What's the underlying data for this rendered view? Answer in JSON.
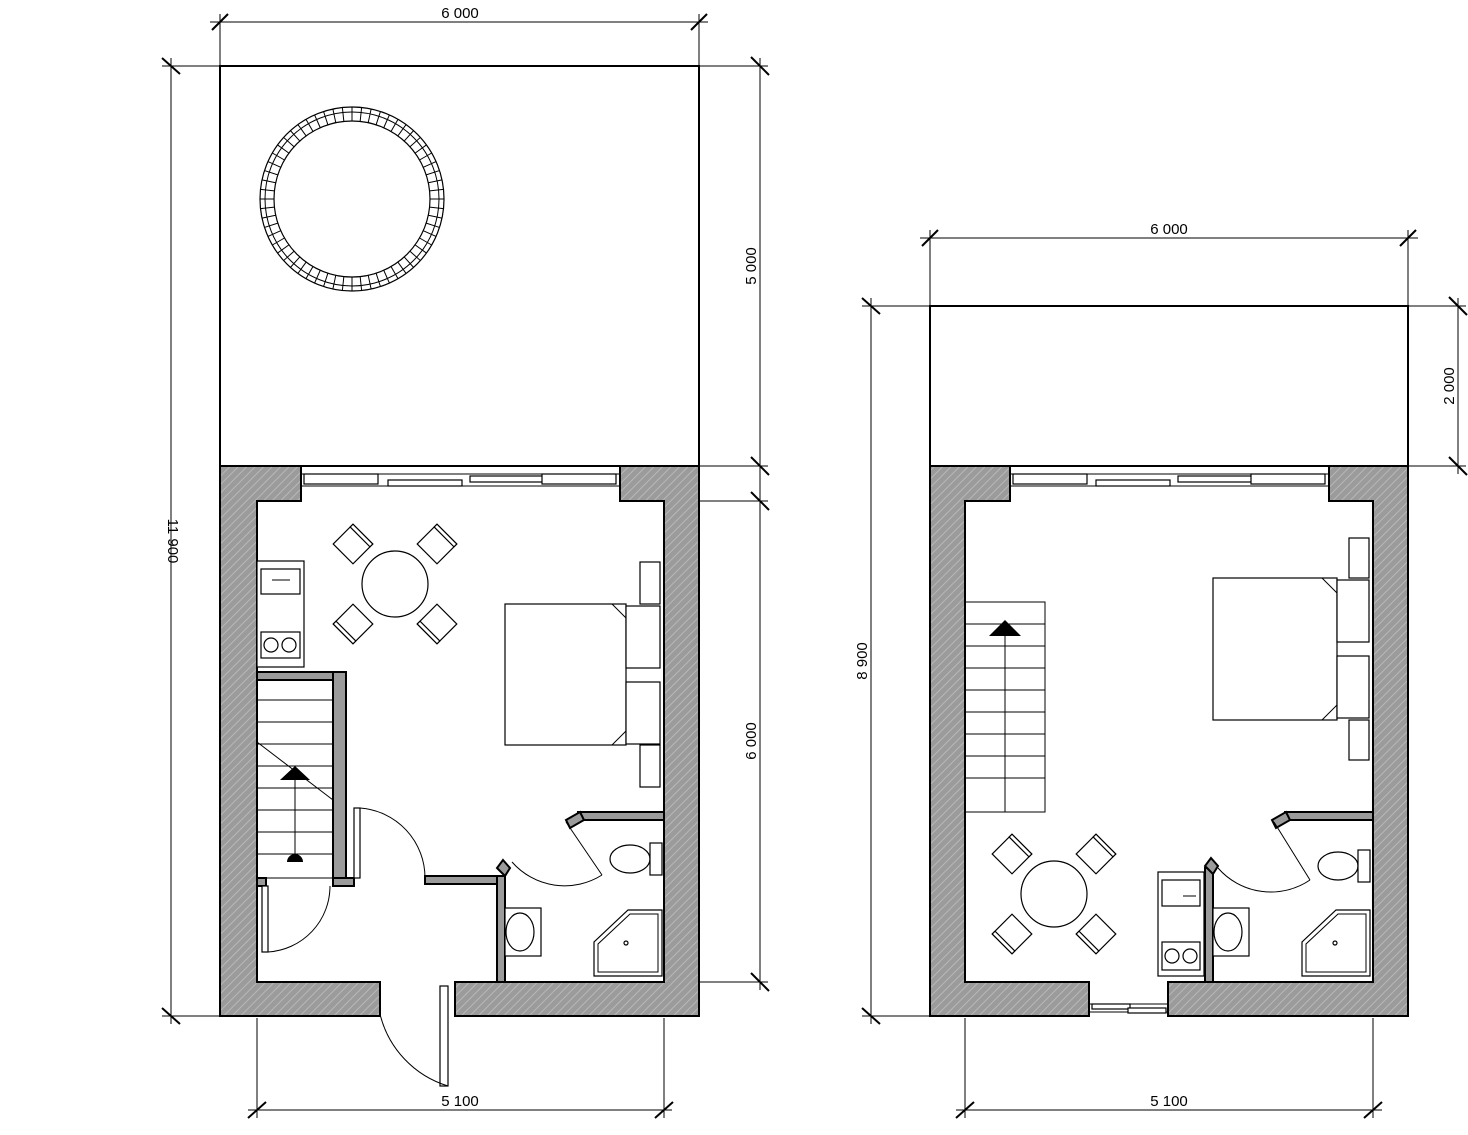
{
  "plans": [
    {
      "id": "ground-floor",
      "dimensions": {
        "top_width": "6 000",
        "right_upper": "5 000",
        "right_lower": "6 000",
        "left_total": "11 900",
        "bottom_width": "5 100"
      }
    },
    {
      "id": "upper-floor",
      "dimensions": {
        "top_width": "6 000",
        "right_upper": "2 000",
        "left_total": "8 900",
        "bottom_width": "5 100"
      }
    }
  ],
  "colors": {
    "wall_fill": "#9b9b9b",
    "line": "#000000",
    "background": "#ffffff"
  },
  "icons": [
    "trampoline-icon",
    "table-icon",
    "chair-icon",
    "bed-icon",
    "stair-arrow-icon",
    "toilet-icon",
    "washbasin-icon",
    "shower-icon",
    "sink-icon",
    "hob-icon",
    "door-swing-icon"
  ]
}
